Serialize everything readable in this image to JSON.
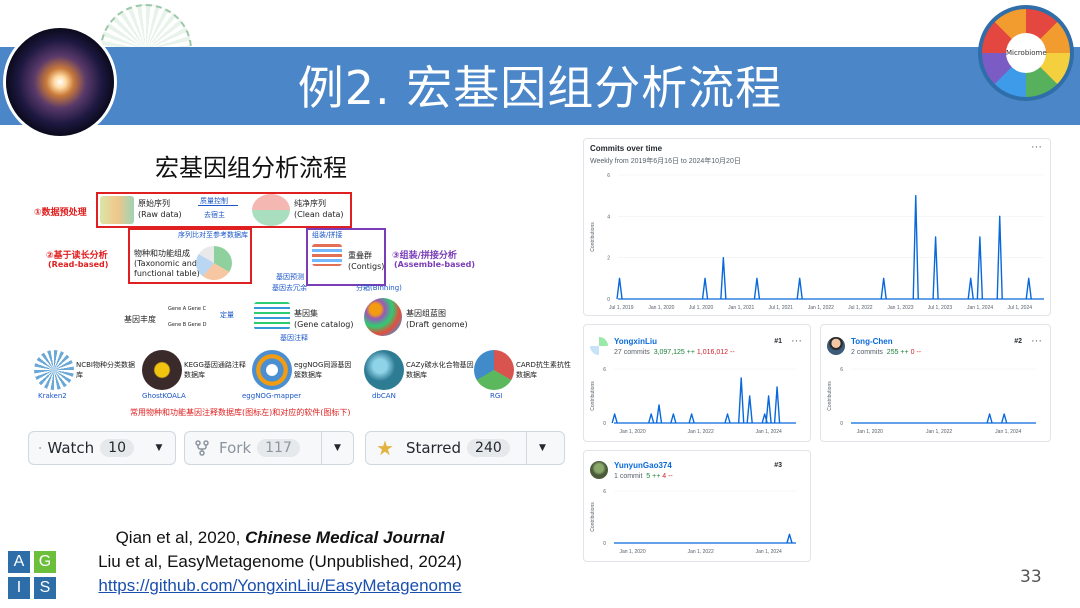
{
  "slide": {
    "title": "例2. 宏基因组分析流程",
    "subtitle": "宏基因组分析流程",
    "page_number": "33"
  },
  "flow": {
    "step1_label": "①数据预处理",
    "raw_cn": "原始序列",
    "raw_en": "(Raw data)",
    "qc_cn": "质量控制",
    "qc_sub": "去宿主",
    "clean_cn": "纯净序列",
    "clean_en": "(Clean data)",
    "align_label": "序列比对至参考数据库",
    "assemble_label": "组装/拼接",
    "step2_label": "②基于读长分析",
    "step2_en": "(Read-based)",
    "species_cn": "物种和功能组成",
    "species_en1": "(Taxonomic and",
    "species_en2": "functional table)",
    "contigs_cn": "重叠群",
    "contigs_en": "(Contigs)",
    "step3_label": "③组装/拼接分析",
    "step3_en": "(Assemble-based)",
    "gene_predict": "基因预测",
    "gene_dedup": "基因去冗余",
    "binning": "分箱(Binning)",
    "gene_abund": "基因丰度",
    "gene_ab_a": "Gene A Gene C",
    "gene_ab_b": "Gene B Gene D",
    "quant": "定量",
    "catalog_cn": "基因集",
    "catalog_en": "(Gene catalog)",
    "draft_cn": "基因组蓝图",
    "draft_en": "(Draft genome)",
    "annotate": "基因注释",
    "footer": "常用物种和功能基因注释数据库(图标左)和对应的软件(图标下)",
    "databases": [
      {
        "name": "NCBI物种分类数据库",
        "tool": "Kraken2",
        "color": "#6aa8d8"
      },
      {
        "name": "KEGG基因通路注释数据库",
        "tool": "GhostKOALA",
        "color": "#3a2a2a"
      },
      {
        "name": "eggNOG同源基因簇数据库",
        "tool": "eggNOG-mapper",
        "color": "#4b8fd1"
      },
      {
        "name": "CAZy碳水化合物基因数据库",
        "tool": "dbCAN",
        "color": "#2e7b94"
      },
      {
        "name": "CARD抗生素抗性数据库",
        "tool": "RGI",
        "color": "#d9534f"
      }
    ]
  },
  "repo_buttons": {
    "watch_label": "Watch",
    "watch_count": "10",
    "fork_label": "Fork",
    "fork_count": "117",
    "star_label": "Starred",
    "star_count": "240"
  },
  "references": {
    "line1_prefix": "Qian et al, 2020, ",
    "line1_journal": "Chinese Medical Journal",
    "line2": "Liu et al, EasyMetagenome (Unpublished, 2024)",
    "url": "https://github.com/YongxinLiu/EasyMetagenome"
  },
  "logo": {
    "letters": [
      "A",
      "G",
      "I",
      "S"
    ]
  },
  "github": {
    "commits_title": "Commits over time",
    "commits_sub": "Weekly from 2019年6月16日 to 2024年10月20日",
    "menu": "···",
    "ylabel": "Contributions",
    "contributors": [
      {
        "name": "YongxinLiu",
        "commits": "27 commits",
        "add": "3,097,125 ++",
        "del": "1,016,012 --",
        "rank": "#1"
      },
      {
        "name": "Tong-Chen",
        "commits": "2 commits",
        "add": "255 ++",
        "del": "0 --",
        "rank": "#2"
      },
      {
        "name": "YunyunGao374",
        "commits": "1 commit",
        "add": "5 ++",
        "del": "4 --",
        "rank": "#3"
      }
    ]
  },
  "chart_data": [
    {
      "type": "line",
      "title": "Commits over time",
      "subtitle": "Weekly from 2019年6月16日 to 2024年10月20日",
      "ylabel": "Contributions",
      "ylim": [
        0,
        6
      ],
      "yticks": [
        0,
        2,
        4,
        6
      ],
      "xticks": [
        "Jul 1, 2019",
        "Jan 1, 2020",
        "Jul 1, 2020",
        "Jan 1, 2021",
        "Jul 1, 2021",
        "Jan 1, 2022",
        "Jul 1, 2022",
        "Jan 1, 2023",
        "Jul 1, 2023",
        "Jan 1, 2024",
        "Jul 1, 2024"
      ],
      "x_range": [
        "2019-06-16",
        "2024-10-20"
      ],
      "points": [
        {
          "x": "2019-06-23",
          "y": 1
        },
        {
          "x": "2020-07-19",
          "y": 1
        },
        {
          "x": "2020-10-11",
          "y": 2
        },
        {
          "x": "2021-03-14",
          "y": 1
        },
        {
          "x": "2021-09-26",
          "y": 1
        },
        {
          "x": "2022-10-16",
          "y": 1
        },
        {
          "x": "2023-03-12",
          "y": 5
        },
        {
          "x": "2023-06-11",
          "y": 3
        },
        {
          "x": "2023-11-19",
          "y": 1
        },
        {
          "x": "2023-12-31",
          "y": 3
        },
        {
          "x": "2024-03-31",
          "y": 4
        },
        {
          "x": "2024-08-11",
          "y": 1
        }
      ]
    },
    {
      "type": "line",
      "title": "YongxinLiu",
      "ylabel": "Contributions",
      "ylim": [
        0,
        6
      ],
      "yticks": [
        0,
        6
      ],
      "xticks": [
        "Jan 1, 2020",
        "Jan 1, 2022",
        "Jan 1, 2024"
      ],
      "x_range": [
        "2019-06-16",
        "2024-10-20"
      ],
      "points": [
        {
          "x": "2019-06-23",
          "y": 1
        },
        {
          "x": "2020-07-19",
          "y": 1
        },
        {
          "x": "2020-10-11",
          "y": 2
        },
        {
          "x": "2021-03-14",
          "y": 1
        },
        {
          "x": "2021-09-26",
          "y": 1
        },
        {
          "x": "2022-10-16",
          "y": 1
        },
        {
          "x": "2023-03-12",
          "y": 5
        },
        {
          "x": "2023-06-11",
          "y": 3
        },
        {
          "x": "2023-11-19",
          "y": 1
        },
        {
          "x": "2023-12-31",
          "y": 3
        },
        {
          "x": "2024-03-31",
          "y": 4
        }
      ]
    },
    {
      "type": "line",
      "title": "Tong-Chen",
      "ylabel": "Contributions",
      "ylim": [
        0,
        6
      ],
      "yticks": [
        0,
        6
      ],
      "xticks": [
        "Jan 1, 2020",
        "Jan 1, 2022",
        "Jan 1, 2024"
      ],
      "x_range": [
        "2019-06-16",
        "2024-10-20"
      ],
      "points": [
        {
          "x": "2023-06-18",
          "y": 1
        },
        {
          "x": "2023-11-19",
          "y": 1
        }
      ]
    },
    {
      "type": "line",
      "title": "YunyunGao374",
      "ylabel": "Contributions",
      "ylim": [
        0,
        6
      ],
      "yticks": [
        0,
        6
      ],
      "xticks": [
        "Jan 1, 2020",
        "Jan 1, 2022",
        "Jan 1, 2024"
      ],
      "x_range": [
        "2019-06-16",
        "2024-10-20"
      ],
      "points": [
        {
          "x": "2024-08-11",
          "y": 1
        }
      ]
    }
  ],
  "colors": {
    "banner": "#4a86c8",
    "line": "#0969da",
    "red": "#e02020",
    "purple": "#7a3db8"
  }
}
